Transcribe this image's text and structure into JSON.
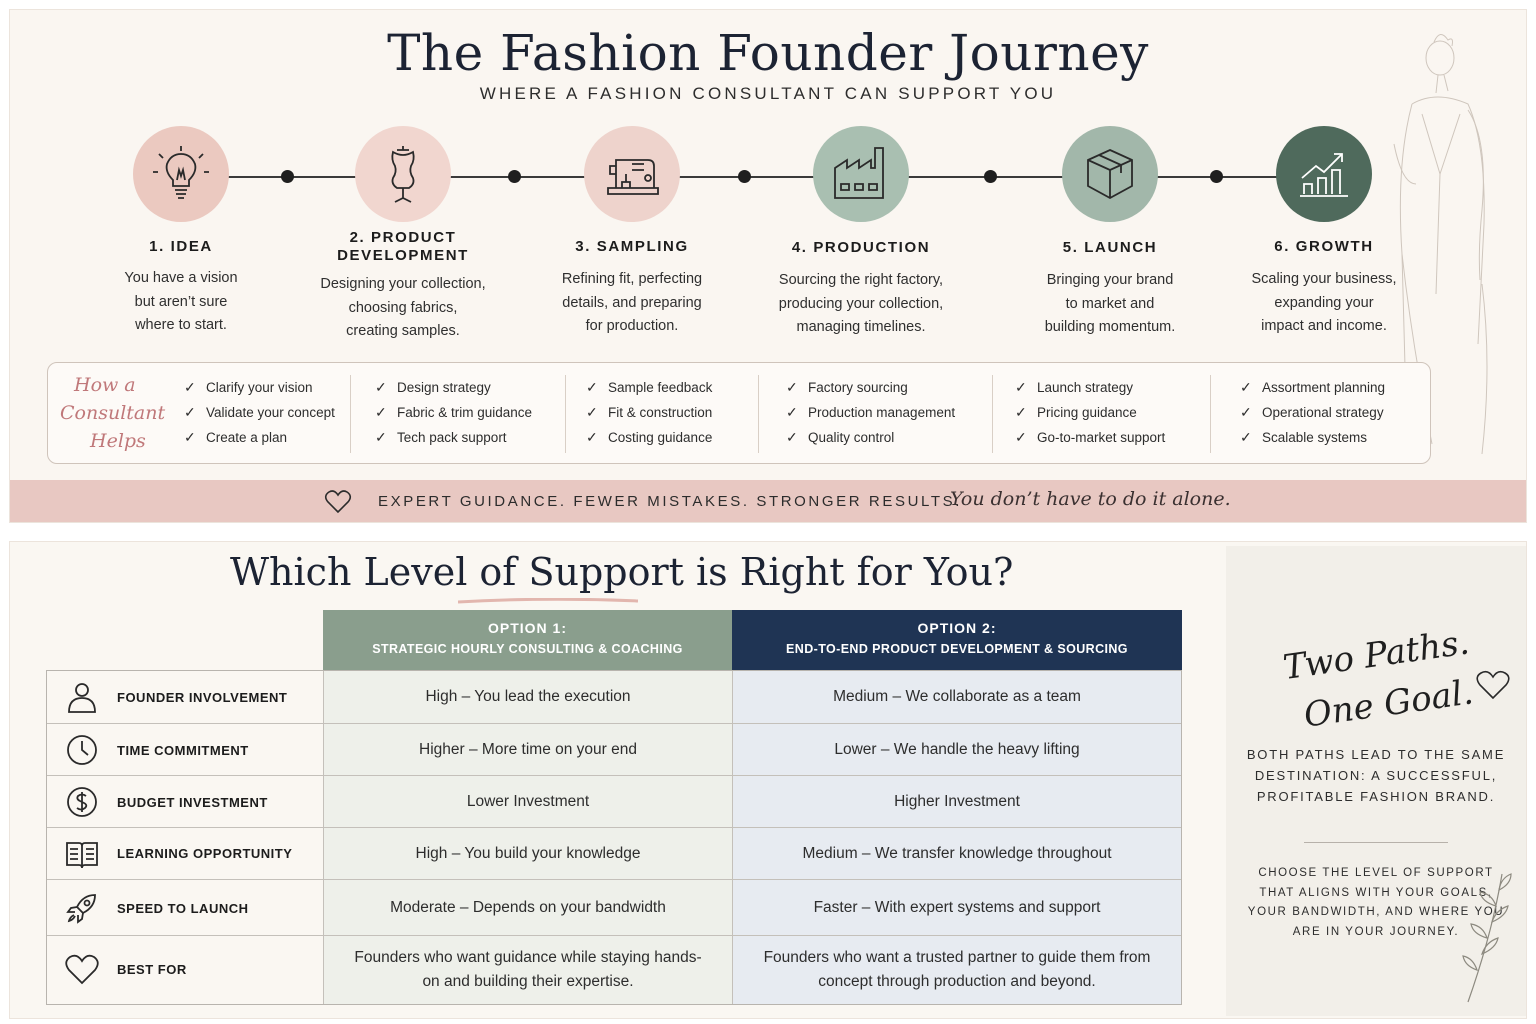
{
  "header": {
    "title": "The Fashion Founder Journey",
    "subtitle": "WHERE A FASHION CONSULTANT CAN SUPPORT YOU"
  },
  "stages": [
    {
      "title_lines": [
        "1. IDEA"
      ],
      "desc_lines": [
        "You have a vision",
        "but aren’t sure",
        "where to start."
      ],
      "icon": "lightbulb-icon",
      "color": "#ebc9c0"
    },
    {
      "title_lines": [
        "2. PRODUCT",
        "DEVELOPMENT"
      ],
      "desc_lines": [
        "Designing your collection,",
        "choosing fabrics,",
        "creating samples."
      ],
      "icon": "dress-form-icon",
      "color": "#f1d6cf"
    },
    {
      "title_lines": [
        "3. SAMPLING"
      ],
      "desc_lines": [
        "Refining fit, perfecting",
        "details, and preparing",
        "for production."
      ],
      "icon": "sewing-machine-icon",
      "color": "#eed3cc"
    },
    {
      "title_lines": [
        "4. PRODUCTION"
      ],
      "desc_lines": [
        "Sourcing the right factory,",
        "producing your collection,",
        "managing timelines."
      ],
      "icon": "factory-icon",
      "color": "#a9bfb1"
    },
    {
      "title_lines": [
        "5. LAUNCH"
      ],
      "desc_lines": [
        "Bringing your brand",
        "to market and",
        "building momentum."
      ],
      "icon": "box-icon",
      "color": "#a2b7aa"
    },
    {
      "title_lines": [
        "6. GROWTH"
      ],
      "desc_lines": [
        "Scaling your business,",
        "expanding your",
        "impact and income."
      ],
      "icon": "growth-chart-icon",
      "color": "#4f6a5c"
    }
  ],
  "helps": {
    "label_lines": [
      "How a",
      "Consultant",
      "Helps"
    ],
    "columns": [
      [
        "Clarify your vision",
        "Validate your concept",
        "Create a plan"
      ],
      [
        "Design strategy",
        "Fabric & trim guidance",
        "Tech pack support"
      ],
      [
        "Sample feedback",
        "Fit & construction",
        "Costing guidance"
      ],
      [
        "Factory sourcing",
        "Production management",
        "Quality control"
      ],
      [
        "Launch strategy",
        "Pricing guidance",
        "Go-to-market support"
      ],
      [
        "Assortment planning",
        "Operational strategy",
        "Scalable systems"
      ]
    ]
  },
  "banner": {
    "text": "EXPERT GUIDANCE. FEWER MISTAKES. STRONGER RESULTS.",
    "script": "You don’t have to do it alone."
  },
  "support": {
    "title": "Which Level of Support is Right for You?",
    "option1": {
      "line1": "OPTION 1:",
      "line2": "STRATEGIC HOURLY CONSULTING & COACHING"
    },
    "option2": {
      "line1": "OPTION 2:",
      "line2": "END-TO-END PRODUCT DEVELOPMENT & SOURCING"
    },
    "rows": [
      {
        "label": "FOUNDER INVOLVEMENT",
        "icon": "person-icon",
        "o1": "High – You lead the execution",
        "o2": "Medium – We collaborate as a team"
      },
      {
        "label": "TIME COMMITMENT",
        "icon": "clock-icon",
        "o1": "Higher – More time on your end",
        "o2": "Lower – We handle the heavy lifting"
      },
      {
        "label": "BUDGET INVESTMENT",
        "icon": "dollar-icon",
        "o1": "Lower Investment",
        "o2": "Higher Investment"
      },
      {
        "label": "LEARNING OPPORTUNITY",
        "icon": "book-icon",
        "o1": "High – You build your knowledge",
        "o2": "Medium – We transfer knowledge throughout"
      },
      {
        "label": "SPEED TO LAUNCH",
        "icon": "rocket-icon",
        "o1": "Moderate – Depends on your bandwidth",
        "o2": "Faster – With expert systems and support"
      },
      {
        "label": "BEST FOR",
        "icon": "heart-icon",
        "o1": "Founders who want guidance while staying hands-on and building their expertise.",
        "o2": "Founders who want a trusted partner to guide them from concept through production and beyond."
      }
    ]
  },
  "side": {
    "script_lines": [
      "Two Paths.",
      "One Goal."
    ],
    "text1": "BOTH PATHS LEAD TO THE SAME DESTINATION: A SUCCESSFUL, PROFITABLE FASHION BRAND.",
    "text2": "CHOOSE THE LEVEL OF SUPPORT THAT ALIGNS WITH YOUR GOALS, YOUR BANDWIDTH, AND WHERE YOU ARE IN YOUR JOURNEY."
  }
}
